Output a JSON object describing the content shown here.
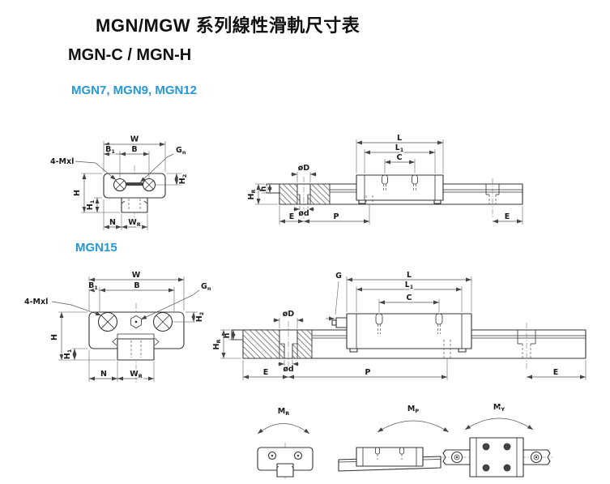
{
  "page": {
    "title": "MGN/MGW 系列線性滑軌尺寸表",
    "section_heading": "MGN-C / MGN-H",
    "series_label_1": "MGN7, MGN9, MGN12",
    "series_label_2": "MGN15",
    "accent_color": "#2598d8",
    "line_color": "#333333",
    "background_color": "#ffffff"
  },
  "labels": {
    "W": "W",
    "B": "B",
    "B1": {
      "m": "B",
      "s": "1"
    },
    "Gn": {
      "m": "G",
      "s": "n"
    },
    "screws": "4-Mxl",
    "H": "H",
    "H1": {
      "m": "H",
      "s": "1"
    },
    "H2": {
      "m": "H",
      "s": "2"
    },
    "N": "N",
    "WR": {
      "m": "W",
      "s": "R"
    },
    "L": "L",
    "L1": {
      "m": "L",
      "s": "1"
    },
    "C": "C",
    "G": "G",
    "dia_D": "øD",
    "dia_d": "ød",
    "h": "h",
    "HR": {
      "m": "H",
      "s": "R"
    },
    "E": "E",
    "P": "P"
  },
  "moments": {
    "MR": {
      "m": "M",
      "s": "R"
    },
    "MP": {
      "m": "M",
      "s": "P"
    },
    "MY": {
      "m": "M",
      "s": "Y"
    }
  }
}
